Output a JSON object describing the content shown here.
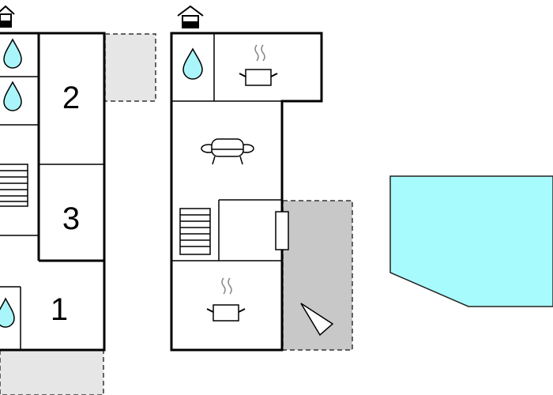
{
  "floorplan": {
    "left_unit": {
      "room_numbers": [
        "2",
        "3",
        "1"
      ]
    },
    "icons": {
      "entrance": "home-icon",
      "bathroom": "water-drop-icon",
      "kitchen": "cooking-pot-icon",
      "living": "sofa-icon",
      "stairs": "stairs-icon",
      "terrace": "sun-lounger-icon",
      "pool": "swimming-pool"
    },
    "colors": {
      "water": "#a9f5fa",
      "pool": "#a8fbfd",
      "terrace_light": "#e6e6e6",
      "terrace_dark": "#c8c8c8",
      "walls": "#000000"
    }
  }
}
